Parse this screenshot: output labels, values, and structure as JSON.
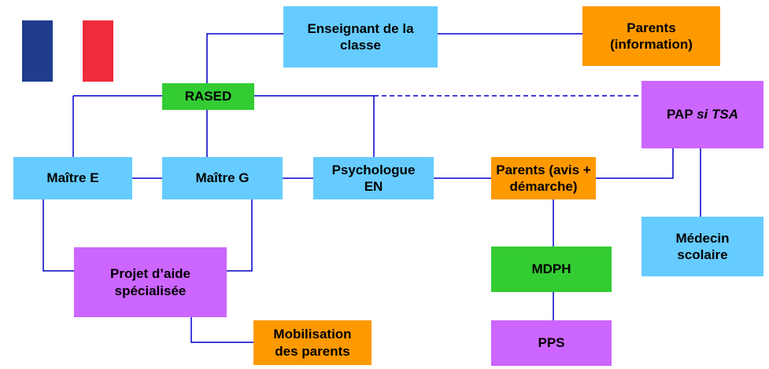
{
  "colors": {
    "blue_box": "#66ccff",
    "orange_box": "#ff9900",
    "green_box": "#33cc33",
    "purple_box": "#cc66ff",
    "connector": "#0000cc"
  },
  "flag": {
    "icon": "france-flag-icon",
    "colors": [
      "#1f3c8f",
      "#ffffff",
      "#ef2b3c"
    ]
  },
  "nodes": {
    "enseignant": "Enseignant de la\nclasse",
    "parents_information": "Parents\n(information)",
    "rased": "RASED",
    "pap_prefix": "PAP ",
    "pap_italic": "si TSA",
    "maitre_e": "Maître E",
    "maitre_g": "Maître G",
    "psychologue": "Psychologue\nEN",
    "parents_avis": "Parents (avis +\ndémarche)",
    "medecin": "Médecin\nscolaire",
    "projet": "Projet d’aide\nspécialisée",
    "mdph": "MDPH",
    "mobilisation": "Mobilisation\ndes parents",
    "pps": "PPS"
  }
}
